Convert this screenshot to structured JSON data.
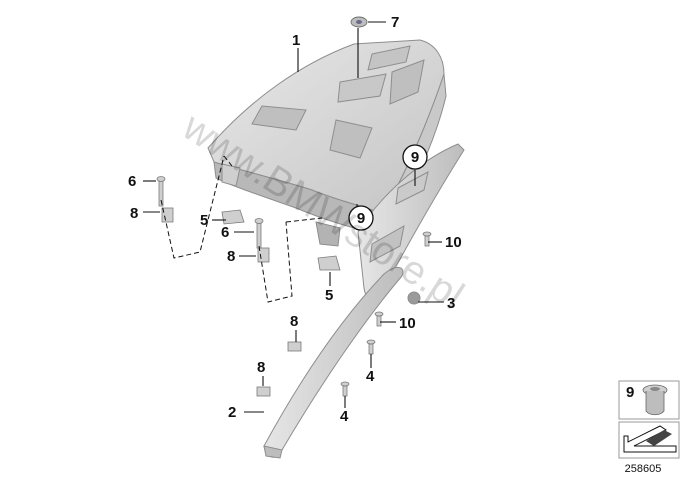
{
  "watermark": "www.BMWstore.pl",
  "diagram_number": "258605",
  "legend": {
    "item_number": "9"
  },
  "callouts": {
    "c1": "1",
    "c7": "7",
    "c9a": "9",
    "c9b": "9",
    "c6a": "6",
    "c8a": "8",
    "c5a": "5",
    "c6b": "6",
    "c8b": "8",
    "c5b": "5",
    "c10a": "10",
    "c3": "3",
    "c10b": "10",
    "c8c": "8",
    "c4a": "4",
    "c8d": "8",
    "c4b": "4",
    "c2": "2"
  },
  "colors": {
    "part_fill": "#d9d9d9",
    "part_shade": "#bcbcbc",
    "background": "#ffffff"
  }
}
